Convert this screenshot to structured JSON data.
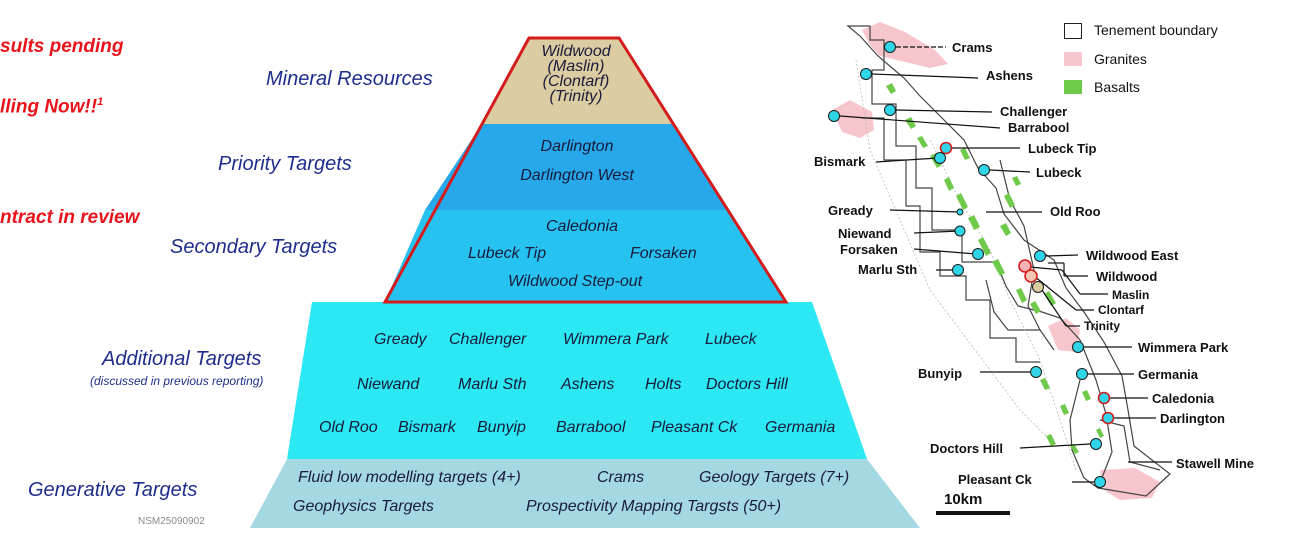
{
  "notes": {
    "results_pending": "sults pending",
    "drilling_now": "lling Now!!",
    "drilling_now_sup": "1",
    "contract": "ntract in review"
  },
  "tiers": {
    "mineral": {
      "label": "Mineral Resources",
      "items": [
        "Wildwood",
        "(Maslin)",
        "(Clontarf)",
        "(Trinity)"
      ]
    },
    "priority": {
      "label": "Priority Targets",
      "items": [
        "Darlington",
        "Darlington West"
      ]
    },
    "secondary": {
      "label": "Secondary Targets",
      "items": [
        "Caledonia",
        "Lubeck Tip",
        "Forsaken",
        "Wildwood Step-out"
      ]
    },
    "additional": {
      "label": "Additional Targets",
      "sublabel": "(discussed in previous reporting)",
      "row1": [
        "Gready",
        "Challenger",
        "Wimmera Park",
        "Lubeck"
      ],
      "row2": [
        "Niewand",
        "Marlu Sth",
        "Ashens",
        "Holts",
        "Doctors Hill"
      ],
      "row3": [
        "Old Roo",
        "Bismark",
        "Bunyip",
        "Barrabool",
        "Pleasant Ck",
        "Germania"
      ]
    },
    "generative": {
      "label": "Generative Targets",
      "row1": [
        "Fluid low modelling targets (4+)",
        "Crams",
        "Geology Targets (7+)"
      ],
      "row2": [
        "Geophysics Targets",
        "Prospectivity Mapping Targsts (50+)"
      ]
    }
  },
  "code": "NSM25090902",
  "legend": {
    "tenement": "Tenement boundary",
    "granites": "Granites",
    "basalts": "Basalts"
  },
  "colors": {
    "mineral": "#dccca1",
    "priority": "#26a8ea",
    "secondary": "#27c3f0",
    "additional": "#2be8f2",
    "generative": "#a4d8e3",
    "outline": "#d41c1c",
    "granite": "#f7c6cd",
    "basalt": "#6fc94b",
    "dot": "#30d6e8"
  },
  "map": {
    "labels": {
      "crams": "Crams",
      "ashens": "Ashens",
      "challenger": "Challenger",
      "barrabool": "Barrabool",
      "lubeck_tip": "Lubeck Tip",
      "bismark": "Bismark",
      "lubeck": "Lubeck",
      "gready": "Gready",
      "old_roo": "Old Roo",
      "niewand": "Niewand",
      "forsaken": "Forsaken",
      "marlu_sth": "Marlu Sth",
      "wildwood_east": "Wildwood East",
      "wildwood": "Wildwood",
      "maslin": "Maslin",
      "clontarf": "Clontarf",
      "trinity": "Trinity",
      "wimmera_park": "Wimmera Park",
      "bunyip": "Bunyip",
      "germania": "Germania",
      "caledonia": "Caledonia",
      "darlington": "Darlington",
      "doctors_hill": "Doctors Hill",
      "stawell_mine": "Stawell Mine",
      "pleasant_ck": "Pleasant Ck"
    },
    "scale": "10km"
  }
}
